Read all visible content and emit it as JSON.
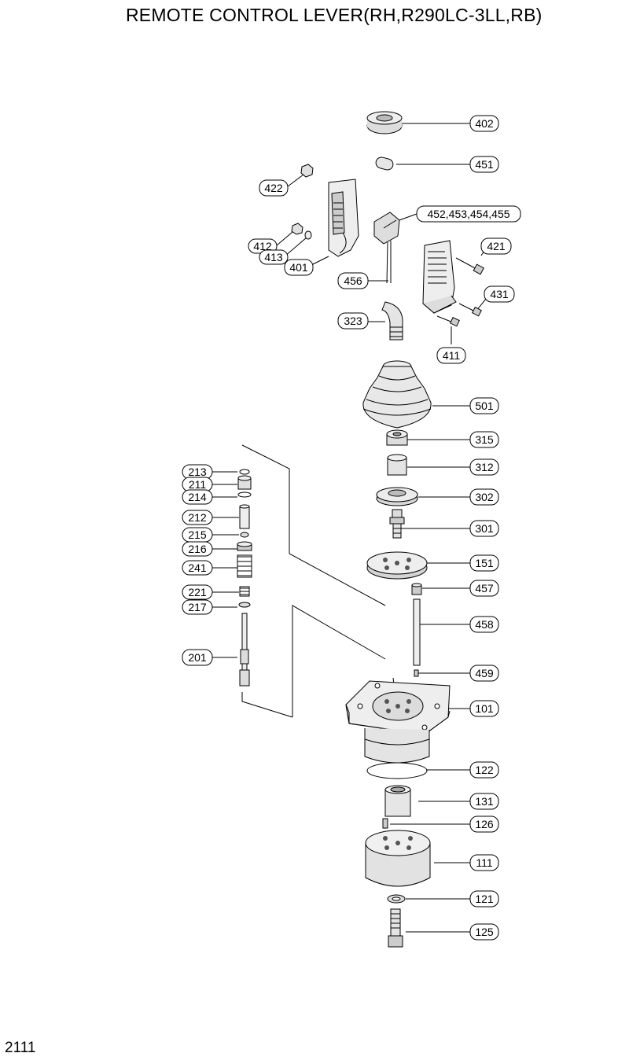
{
  "title": "REMOTE CONTROL LEVER(RH,R290LC-3LL,RB)",
  "page_number": "2111",
  "callouts": {
    "c402": "402",
    "c451": "451",
    "c422": "422",
    "c452": "452,453,454,455",
    "c412": "412",
    "c413": "413",
    "c401": "401",
    "c421": "421",
    "c456": "456",
    "c431": "431",
    "c323": "323",
    "c411": "411",
    "c501": "501",
    "c315": "315",
    "c312": "312",
    "c302": "302",
    "c301": "301",
    "c151": "151",
    "c457": "457",
    "c458": "458",
    "c459": "459",
    "c101": "101",
    "c122": "122",
    "c131": "131",
    "c126": "126",
    "c111": "111",
    "c121": "121",
    "c125": "125",
    "c213": "213",
    "c211": "211",
    "c214": "214",
    "c212": "212",
    "c215": "215",
    "c216": "216",
    "c241": "241",
    "c221": "221",
    "c217": "217",
    "c201": "201"
  }
}
